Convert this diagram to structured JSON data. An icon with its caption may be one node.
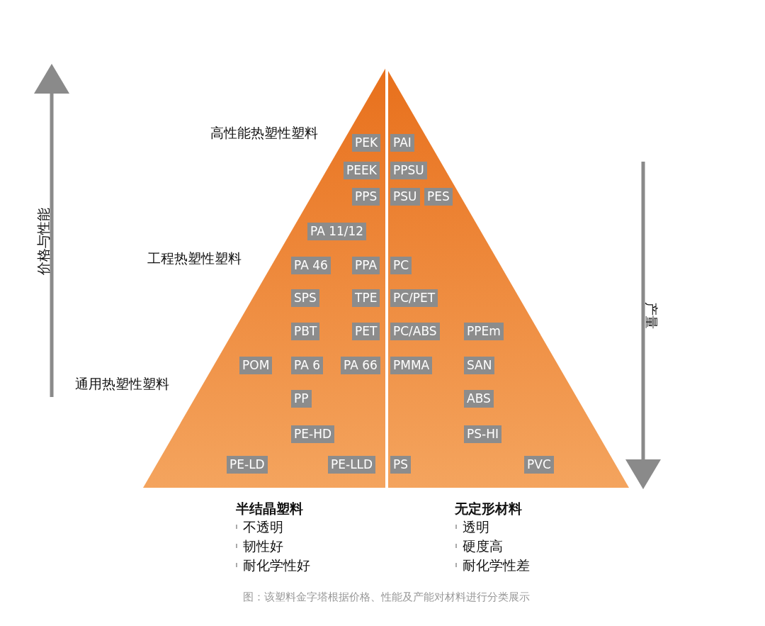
{
  "diagram": {
    "caption": "图：该塑料金字塔根据价格、性能及产能对材料进行分类展示",
    "nodes": [
      {
        "text": [
          "PEK"
        ]
      },
      {
        "text": [
          "PAI"
        ]
      },
      {
        "text": [
          "PEEK"
        ]
      },
      {
        "text": [
          "PPSU"
        ]
      },
      {
        "text": [
          "PPS"
        ]
      },
      {
        "text": [
          "PSU"
        ]
      },
      {
        "text": [
          "PES"
        ]
      },
      {
        "text": [
          "PA 11/12"
        ]
      },
      {
        "text": [
          "PA 46"
        ]
      },
      {
        "text": [
          "PPA"
        ]
      },
      {
        "text": [
          "PC"
        ]
      },
      {
        "text": [
          "SPS"
        ]
      },
      {
        "text": [
          "TPE"
        ]
      },
      {
        "text": [
          "PC/PET"
        ]
      },
      {
        "text": [
          "PBT"
        ]
      },
      {
        "text": [
          "PET"
        ]
      },
      {
        "text": [
          "PC/ABS"
        ]
      },
      {
        "text": [
          "PPEm"
        ]
      },
      {
        "text": [
          "POM"
        ]
      },
      {
        "text": [
          "PA 6"
        ]
      },
      {
        "text": [
          "PA 66"
        ]
      },
      {
        "text": [
          "PMMA"
        ]
      },
      {
        "text": [
          "SAN"
        ]
      },
      {
        "text": [
          "PP"
        ]
      },
      {
        "text": [
          "ABS"
        ]
      },
      {
        "text": [
          "PE-HD"
        ]
      },
      {
        "text": [
          "PS-HI"
        ]
      },
      {
        "text": [
          "PE-LD"
        ]
      },
      {
        "text": [
          "PE-LLD"
        ]
      },
      {
        "text": [
          "PS"
        ]
      },
      {
        "text": [
          "PVC"
        ]
      }
    ],
    "labels": [
      "高性能热塑性塑料",
      "工程热塑性塑料",
      "价格与性能",
      "产量",
      "通用热塑性塑料",
      "半结晶塑料",
      "不透明",
      "韧性好",
      "耐化学性好",
      "无定形材料",
      "透明",
      "硬度高",
      "耐化学性差"
    ]
  }
}
